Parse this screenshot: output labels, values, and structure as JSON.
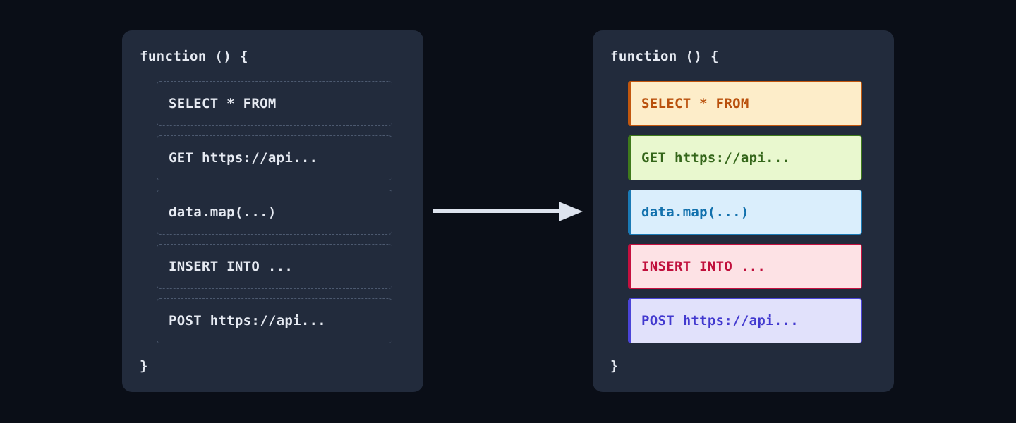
{
  "background_color": "#0a0e17",
  "panel_color": "#222b3c",
  "arrow": {
    "icon": "arrow-right-icon",
    "color": "#dde3ee",
    "direction": "right"
  },
  "left_panel": {
    "title": "before-highlight",
    "code_open": "function () {",
    "code_close": "}",
    "text_color": "#e6eaf2",
    "border_color": "#4d5a70",
    "statements": [
      {
        "text": "SELECT * FROM"
      },
      {
        "text": "GET https://api..."
      },
      {
        "text": "data.map(...)"
      },
      {
        "text": "INSERT INTO ..."
      },
      {
        "text": "POST https://api..."
      }
    ]
  },
  "right_panel": {
    "title": "after-highlight",
    "code_open": "function () {",
    "code_close": "}",
    "text_color": "#e6eaf2",
    "statements": [
      {
        "text": "SELECT * FROM",
        "kind": "sql-select",
        "bg": "#fdedc9",
        "border": "#c2570e",
        "fg": "#b9500c"
      },
      {
        "text": "GET https://api...",
        "kind": "http-get",
        "bg": "#e9f8cf",
        "border": "#3f7a1c",
        "fg": "#34661a"
      },
      {
        "text": "data.map(...)",
        "kind": "js-map",
        "bg": "#daeefc",
        "border": "#1a7ab5",
        "fg": "#1271ad"
      },
      {
        "text": "INSERT INTO ...",
        "kind": "sql-insert",
        "bg": "#fde2e5",
        "border": "#c5103f",
        "fg": "#c00f3c"
      },
      {
        "text": "POST https://api...",
        "kind": "http-post",
        "bg": "#e1e1fb",
        "border": "#4b44d8",
        "fg": "#4239cf"
      }
    ]
  }
}
